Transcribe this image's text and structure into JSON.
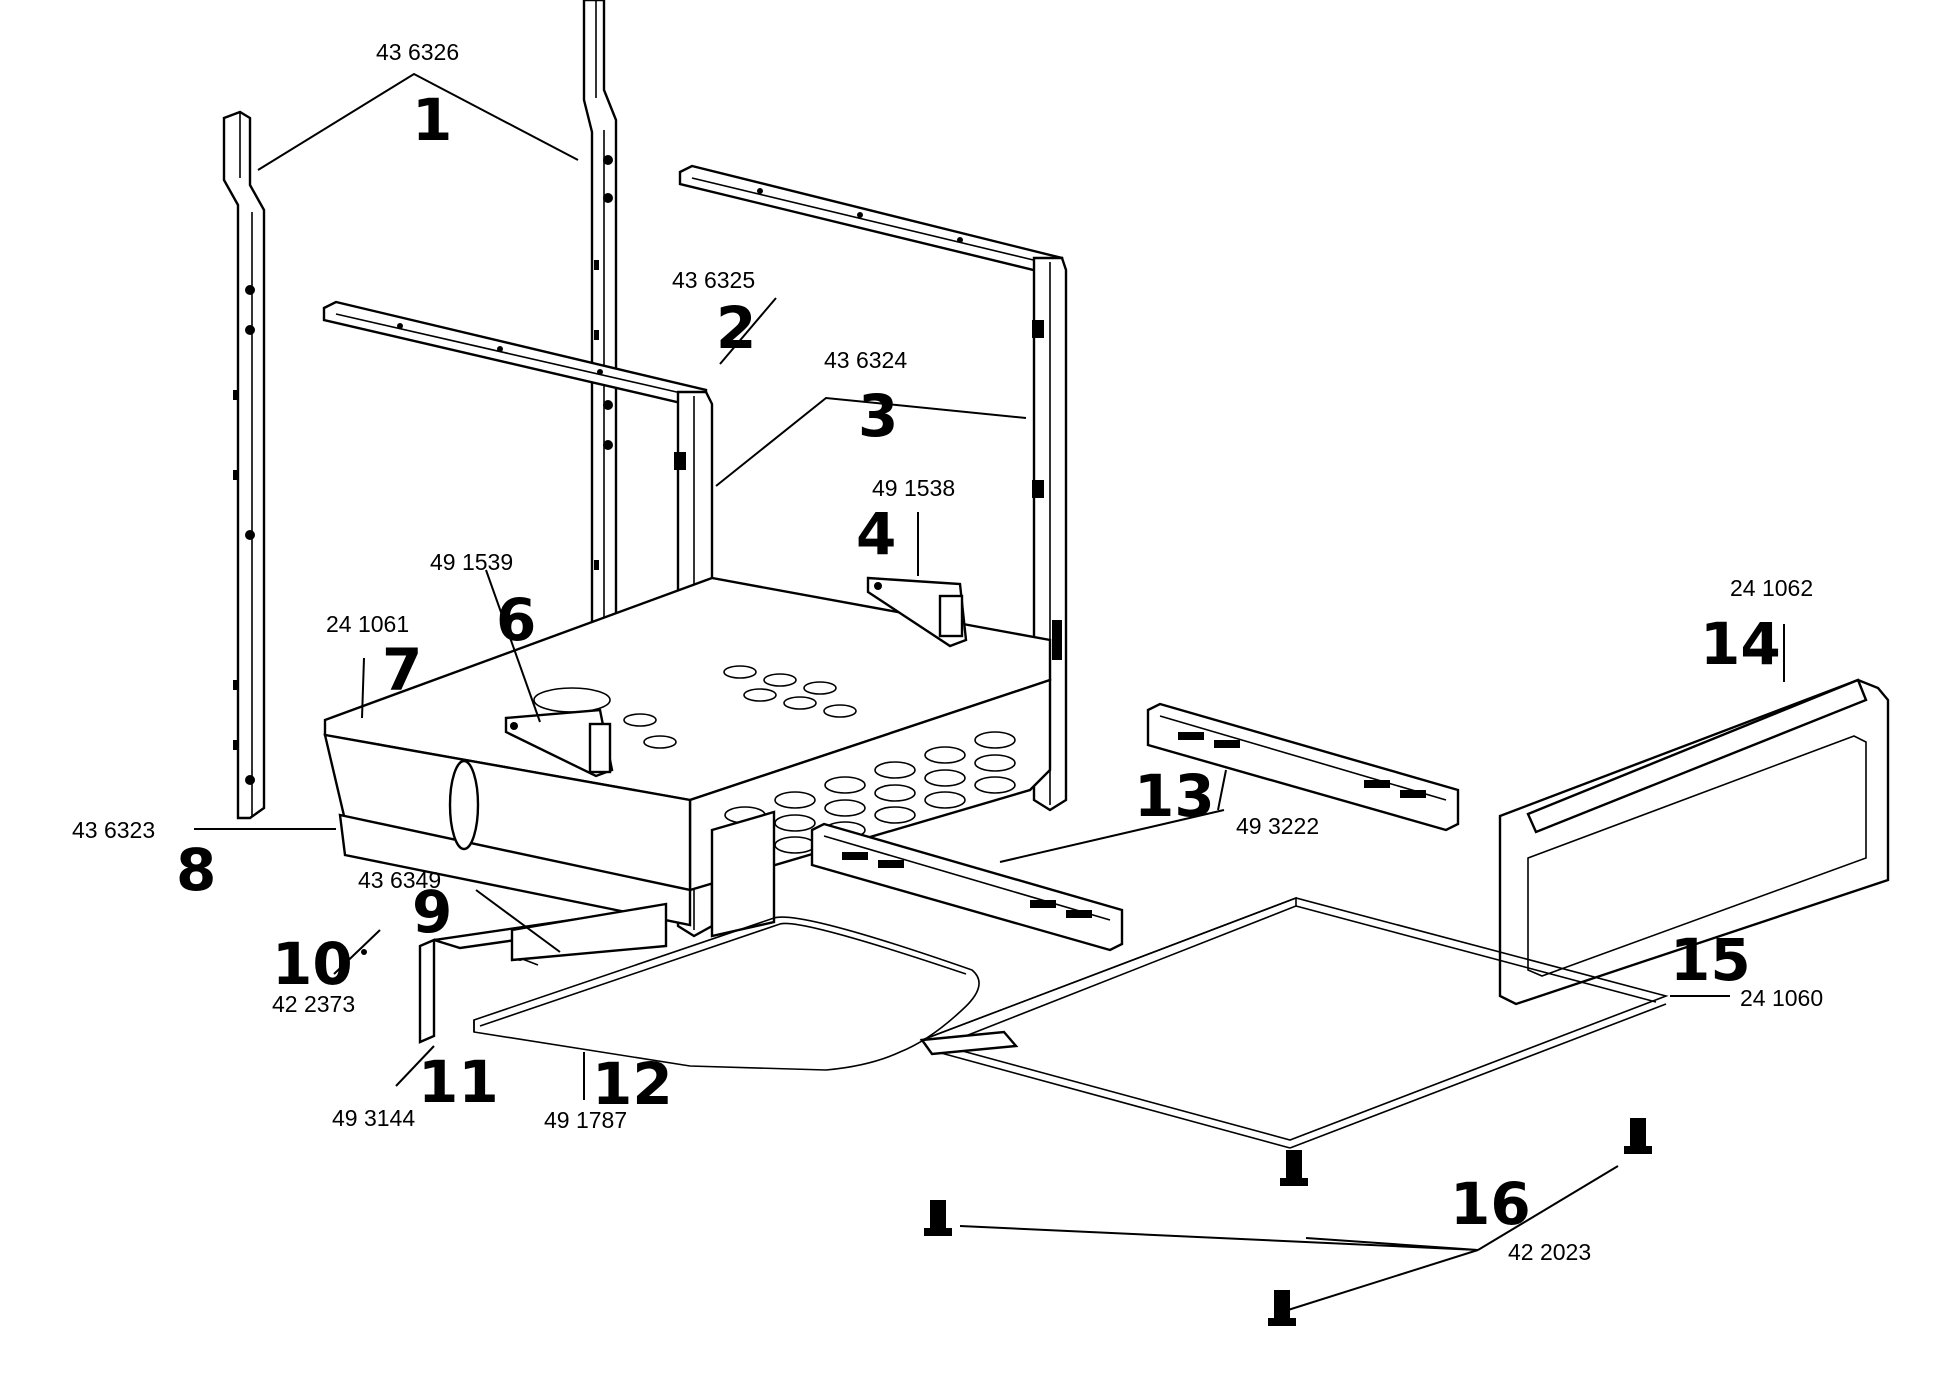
{
  "diagram": {
    "callouts": [
      {
        "item": "1",
        "part": "43 6326"
      },
      {
        "item": "2",
        "part": "43 6325"
      },
      {
        "item": "3",
        "part": "43 6324"
      },
      {
        "item": "4",
        "part": "49 1538"
      },
      {
        "item": "6",
        "part": "49 1539"
      },
      {
        "item": "7",
        "part": "24 1061"
      },
      {
        "item": "8",
        "part": "43 6323"
      },
      {
        "item": "9",
        "part": "43 6349"
      },
      {
        "item": "10",
        "part": "42 2373"
      },
      {
        "item": "11",
        "part": "49 3144"
      },
      {
        "item": "12",
        "part": "49 1787"
      },
      {
        "item": "13",
        "part": "49 3222"
      },
      {
        "item": "14",
        "part": "24 1062"
      },
      {
        "item": "15",
        "part": "24 1060"
      },
      {
        "item": "16",
        "part": "42 2023"
      }
    ],
    "parts": [
      "side-rail",
      "top-rail",
      "side-frame",
      "bracket",
      "oven-bottom-tray",
      "front-panel",
      "hinge-plate",
      "wire-shelf",
      "drawer-slide",
      "drawer-front",
      "drawer-frame",
      "leveling-leg"
    ]
  }
}
